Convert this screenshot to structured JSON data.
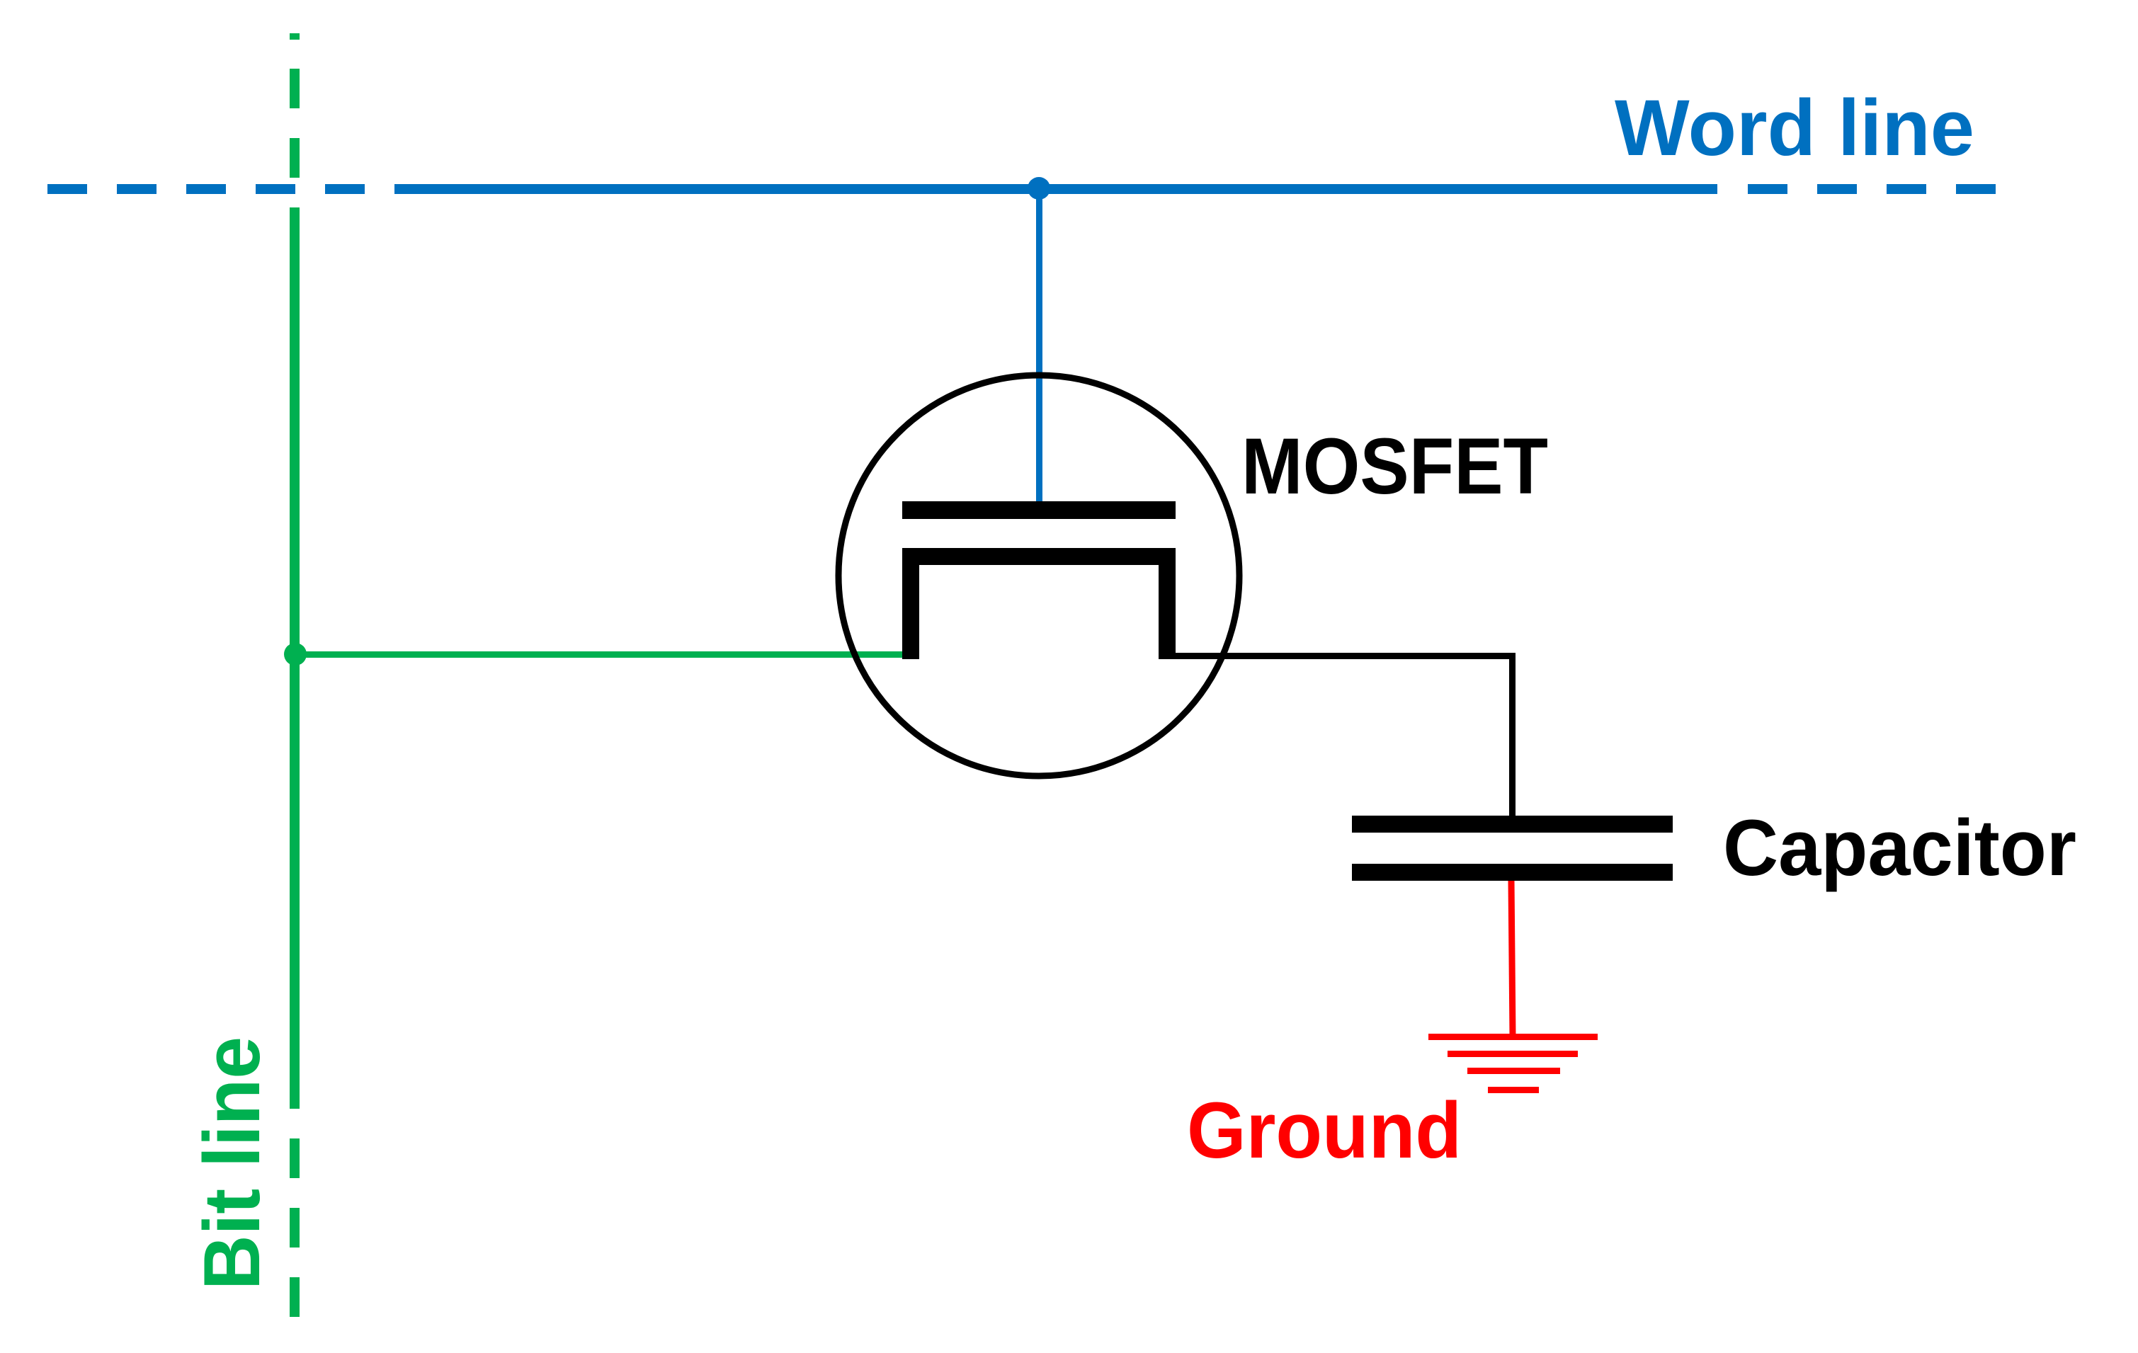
{
  "diagram": {
    "title": "DRAM memory cell (1T1C)",
    "colors": {
      "word_line": "#0070C0",
      "bit_line": "#00B050",
      "component": "#000000",
      "ground": "#FF0000",
      "background": "#FFFFFF"
    },
    "labels": {
      "word_line": "Word line",
      "bit_line": "Bit line",
      "mosfet": "MOSFET",
      "capacitor": "Capacitor",
      "ground": "Ground"
    },
    "nodes": [
      {
        "id": "word-line",
        "label_key": "word_line",
        "kind": "bus"
      },
      {
        "id": "bit-line",
        "label_key": "bit_line",
        "kind": "bus"
      },
      {
        "id": "mosfet",
        "label_key": "mosfet",
        "kind": "transistor"
      },
      {
        "id": "capacitor",
        "label_key": "capacitor",
        "kind": "capacitor"
      },
      {
        "id": "ground",
        "label_key": "ground",
        "kind": "ground"
      }
    ],
    "edges": [
      {
        "from": "word-line",
        "to": "mosfet",
        "terminal": "gate",
        "junction": true
      },
      {
        "from": "bit-line",
        "to": "mosfet",
        "terminal": "source",
        "junction": true
      },
      {
        "from": "mosfet",
        "to": "capacitor",
        "terminal": "drain",
        "junction": false
      },
      {
        "from": "capacitor",
        "to": "ground",
        "terminal": "plate",
        "junction": false
      }
    ]
  }
}
